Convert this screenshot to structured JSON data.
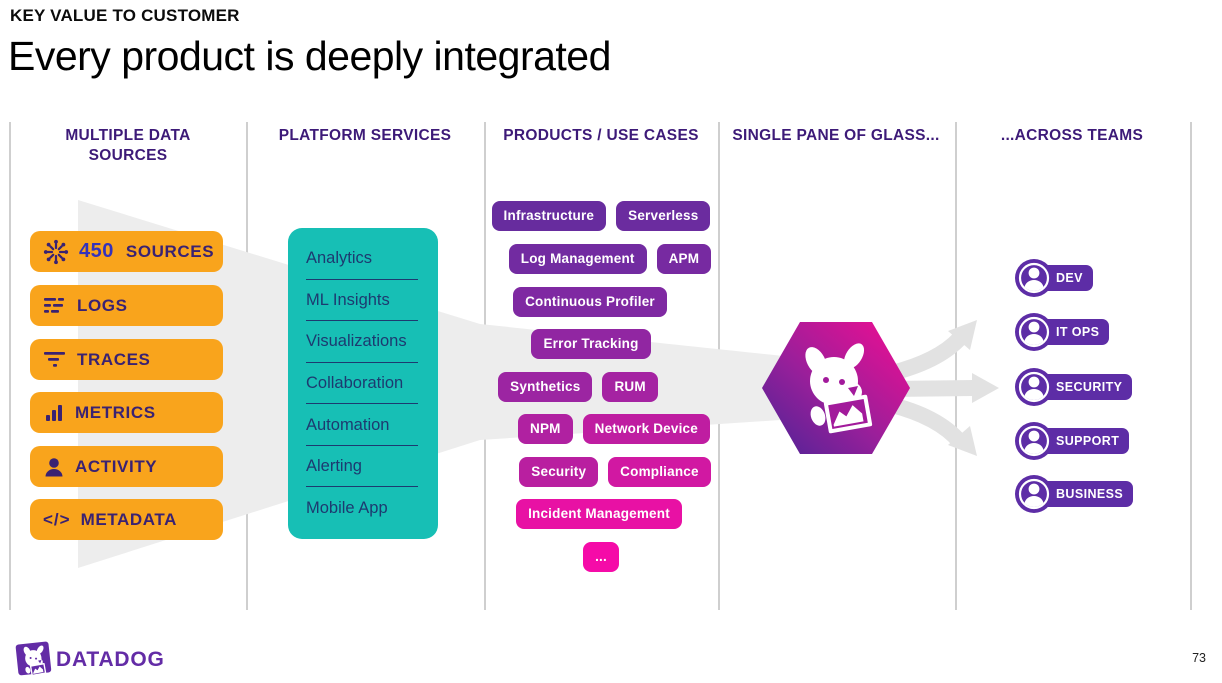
{
  "slide": {
    "kicker": "KEY VALUE TO CUSTOMER",
    "title": "Every product is deeply integrated",
    "page_number": "73",
    "brand": "DATADOG"
  },
  "columns": {
    "data_sources": {
      "header": "MULTIPLE DATA SOURCES",
      "sources_pill": {
        "icon": "integrations-hub-icon",
        "count": "450",
        "label": "SOURCES"
      },
      "items": [
        {
          "icon": "log-lines-icon",
          "label": "LOGS"
        },
        {
          "icon": "trace-funnel-icon",
          "label": "TRACES"
        },
        {
          "icon": "bar-chart-icon",
          "label": "METRICS"
        },
        {
          "icon": "person-icon",
          "label": "ACTIVITY"
        },
        {
          "icon": "code-tags-icon",
          "label": "METADATA",
          "glyph": "</>"
        }
      ]
    },
    "platform_services": {
      "header": "PLATFORM SERVICES",
      "items": [
        "Analytics",
        "ML Insights",
        "Visualizations",
        "Collaboration",
        "Automation",
        "Alerting",
        "Mobile App"
      ]
    },
    "products": {
      "header": "PRODUCTS / USE CASES",
      "rows": [
        {
          "pills": [
            {
              "label": "Infrastructure",
              "color": "#672c9e"
            },
            {
              "label": "Serverless",
              "color": "#6b2c9f"
            }
          ]
        },
        {
          "pills": [
            {
              "label": "Log Management",
              "color": "#722ba1"
            },
            {
              "label": "APM",
              "color": "#772aa1"
            }
          ]
        },
        {
          "pills": [
            {
              "label": "Continuous Profiler",
              "color": "#7f29a2"
            }
          ]
        },
        {
          "pills": [
            {
              "label": "Error Tracking",
              "color": "#9126a2"
            }
          ]
        },
        {
          "pills": [
            {
              "label": "Synthetics",
              "color": "#9c25a2"
            },
            {
              "label": "RUM",
              "color": "#a523a2"
            }
          ]
        },
        {
          "pills": [
            {
              "label": "NPM",
              "color": "#b021a1"
            },
            {
              "label": "Network Device",
              "color": "#bf1da1"
            }
          ]
        },
        {
          "pills": [
            {
              "label": "Security",
              "color": "#b91fa0"
            },
            {
              "label": "Compliance",
              "color": "#d118a2"
            }
          ]
        },
        {
          "pills": [
            {
              "label": "Incident Management",
              "color": "#e811a4"
            }
          ]
        },
        {
          "pills": [
            {
              "label": "...",
              "color": "#f50ba8"
            }
          ]
        }
      ]
    },
    "single_pane": {
      "header": "SINGLE PANE OF GLASS...",
      "icon": "datadog-hexagon-logo"
    },
    "teams": {
      "header": "...ACROSS TEAMS",
      "items": [
        "DEV",
        "IT OPS",
        "SECURITY",
        "SUPPORT",
        "BUSINESS"
      ]
    }
  },
  "colors": {
    "source_pill_orange": "#F9A41C",
    "platform_teal": "#17BFB5",
    "column_header_purple": "#3D1A78",
    "teal_text_navy": "#1D3A70",
    "source_text_purple": "#3A2272",
    "sources_count_blue": "#3432BC",
    "team_pill_purple": "#5D2DA6",
    "brand_purple": "#632CA6",
    "hexagon_gradient": [
      "#4B2496",
      "#9A1F9A",
      "#F20D92"
    ],
    "funnel_gray": "#EDEDED",
    "arrow_gray": "#E2E2E2"
  }
}
